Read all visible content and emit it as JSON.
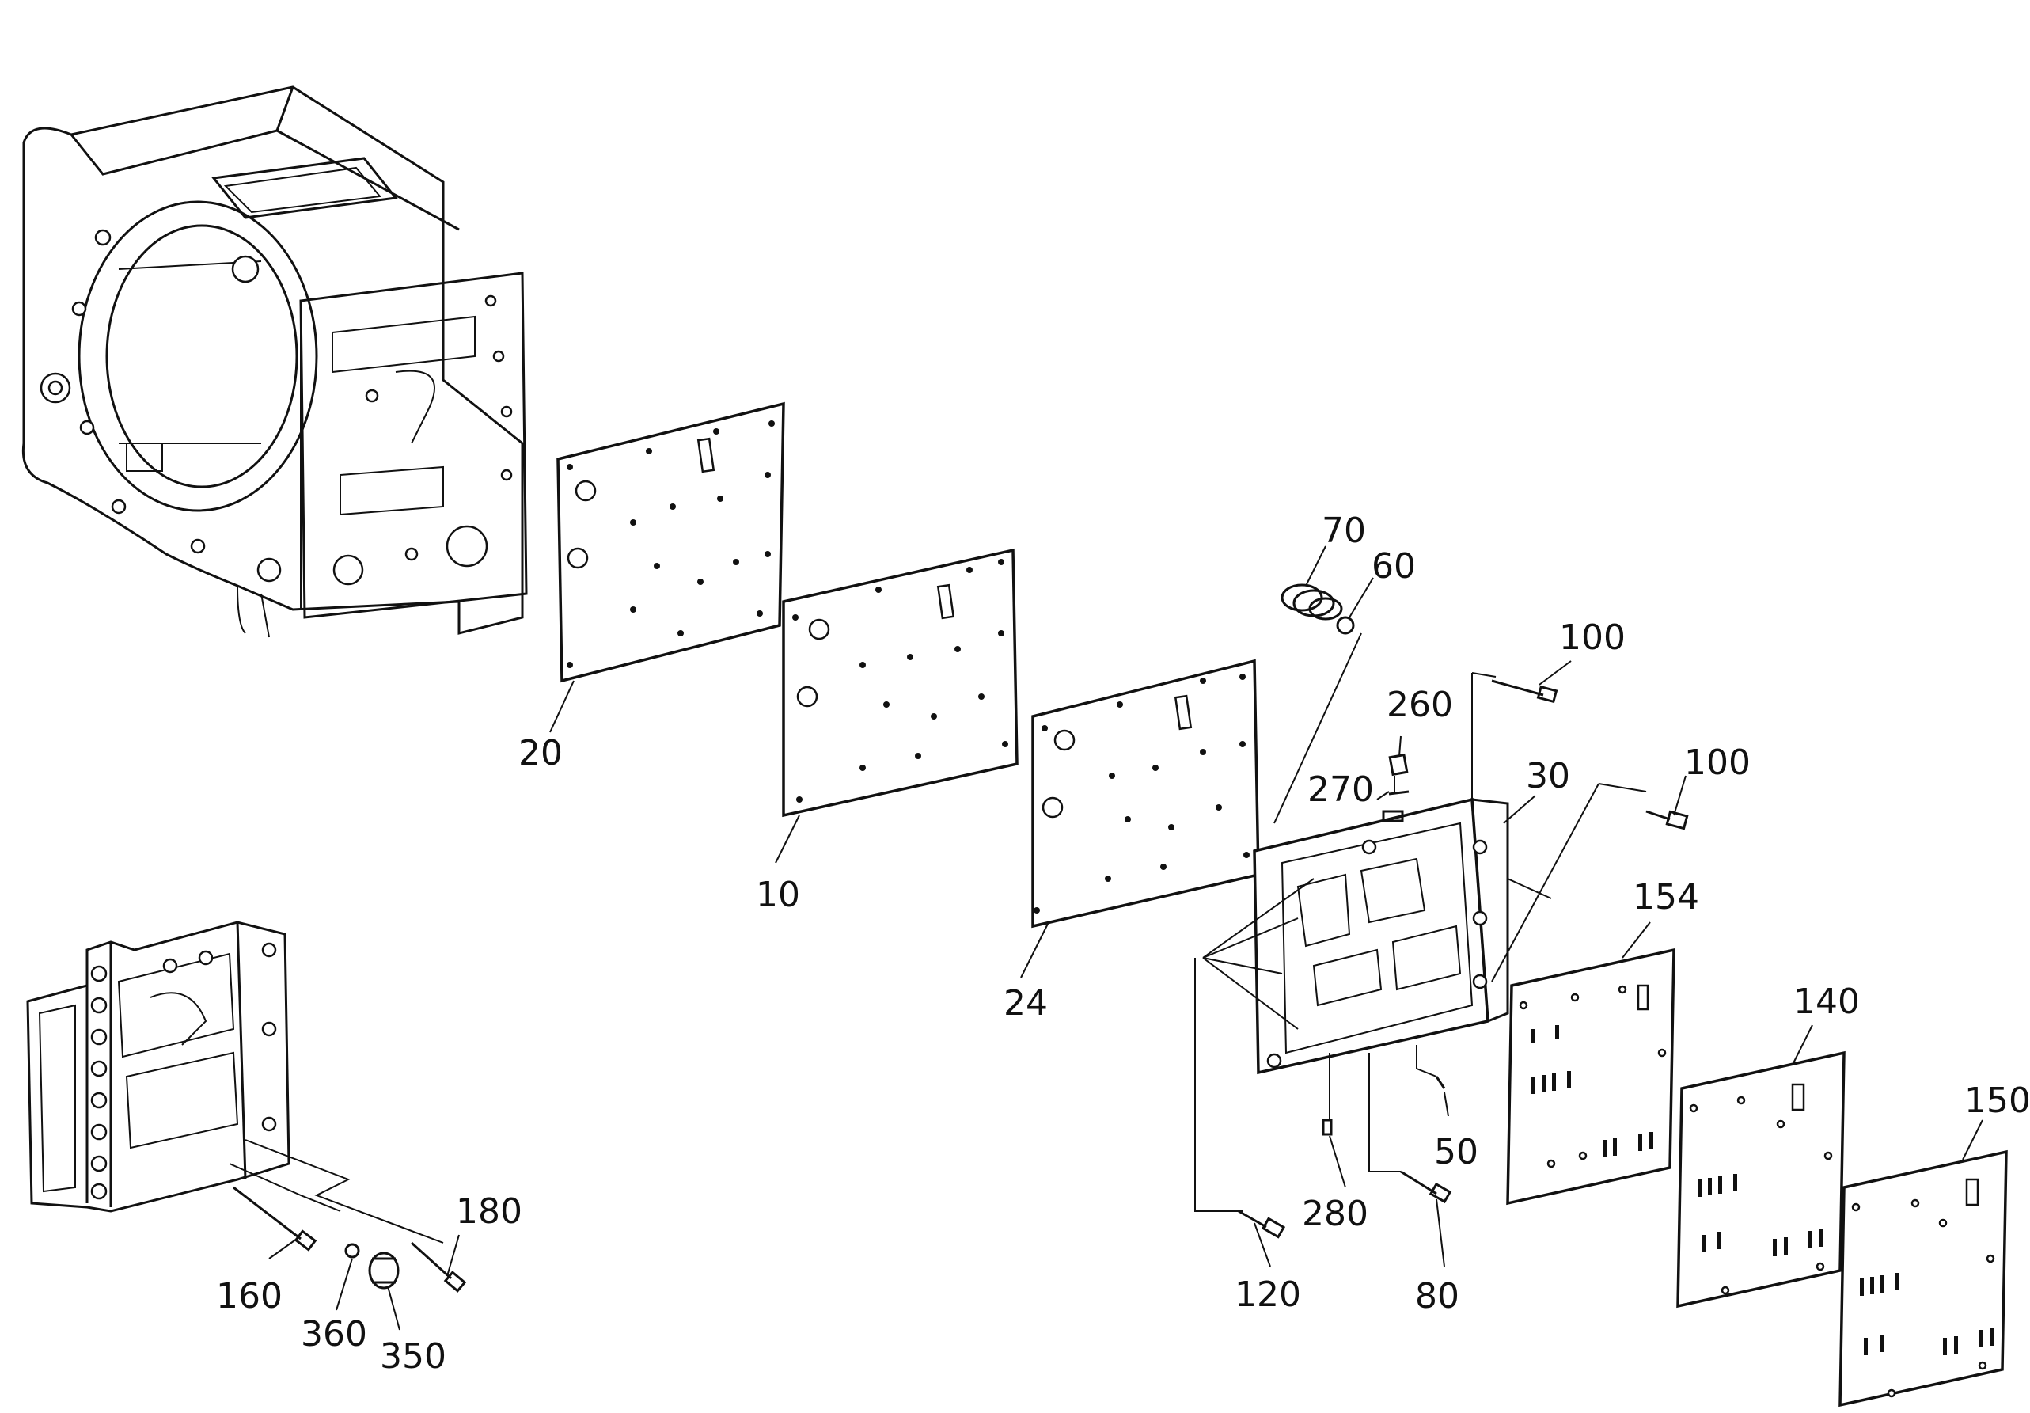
{
  "callouts": {
    "c20": "20",
    "c10": "10",
    "c24": "24",
    "c70": "70",
    "c60": "60",
    "c100a": "100",
    "c260": "260",
    "c270": "270",
    "c30": "30",
    "c100b": "100",
    "c154": "154",
    "c140": "140",
    "c150": "150",
    "c50": "50",
    "c280": "280",
    "c80": "80",
    "c120": "120",
    "c180": "180",
    "c160": "160",
    "c360": "360",
    "c350": "350"
  }
}
